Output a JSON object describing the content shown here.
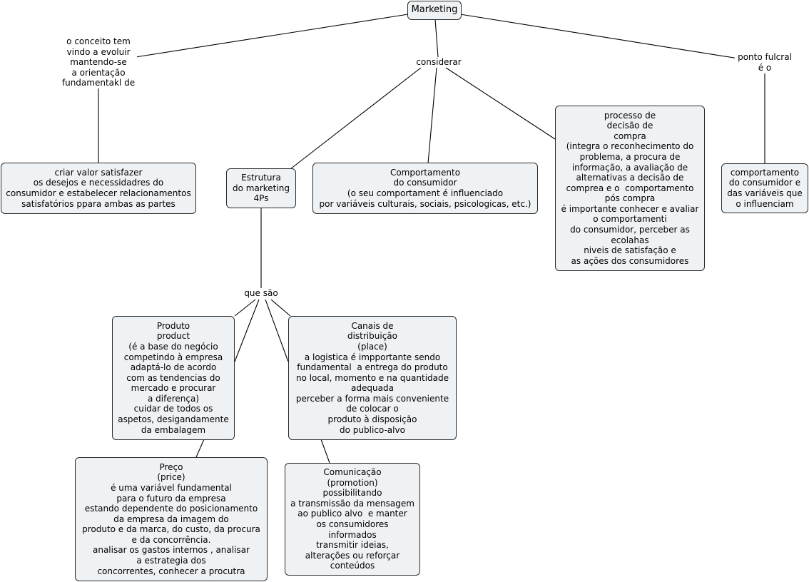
{
  "root": "Marketing",
  "labels": {
    "conceito": "o conceito tem\nvindo a evoluir\nmantendo-se\na orientação\nfundamentakl de",
    "considerar": "considerar",
    "ponto_fulcral": "ponto fulcral\né o",
    "que_sao": "que são"
  },
  "nodes": {
    "criar_valor": "criar valor satisfazer\nos desejos e necessidadres do\nconsumidor e estabelecer relacionamentos\nsatisfatórios ppara ambas as partes",
    "estrutura": "Estrutura\ndo marketing\n4Ps",
    "comportamento": "Comportamento\ndo consumidor\n(o seu comportament é influenciado\npor variáveis culturais, sociais, psicologicas, etc.)",
    "processo": "processo de\ndecisão de\ncompra\n(integra o reconhecimento do\nproblema, a procura de\ninformação, a avaliação de\nalternativas a decisão de\ncomprea e o  comportamento\npós compra\né importante conhecer e avaliar\no comportamenti\ndo consumidor, perceber as\necolahas\nniveis de satisfação e\nas ações dos consumidores",
    "comportamento_variaveis": "comportamento\ndo consumidor e\ndas variáveis que\no influenciam",
    "produto": "Produto\nproduct\n(é a base do negócio\ncompetindo à empresa\nadaptá-lo de acordo\ncom as tendencias do\nmercado e procurar\na diferença)\ncuidar de todos os\naspetos, desigandamente\nda embalagem",
    "canais": "Canais de\ndistribuição\n(place)\na logistica é impportante sendo\nfundamental  a entrega do produto\nno local, momento e na quantidade\nadequada\nperceber a forma mais conveniente\nde colocar o\nproduto à disposição\ndo publico-alvo",
    "preco": "Preço\n(price)\né uma variável fundamental\npara o futuro da empresa\nestando dependente do posicionamento\nda empresa da imagem do\nproduto e da marca, do custo, da procura\ne da concorrência.\nanalisar os gastos internos , analisar\na estrategia dos\nconcorrentes, conhecer a procutra",
    "comunicacao": "Comunicação\n(promotion)\npossibilitando\na transmissão da mensagem\nao publico alvo  e manter\nos consumidores\ninformados\ntransmitir ideias,\nalterações ou reforçar\nconteúdos"
  },
  "colors": {
    "node_fill": "#eef2f4",
    "border": "#2b2b2b",
    "line": "#000000"
  }
}
